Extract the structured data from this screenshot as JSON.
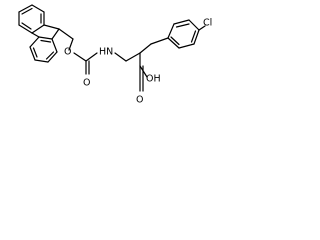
{
  "molecule": {
    "atoms": {
      "nh": "HN",
      "o_ester": "O",
      "o_carbonyl": "O",
      "oh": "OH",
      "o_acid": "O",
      "cl": "Cl"
    }
  }
}
